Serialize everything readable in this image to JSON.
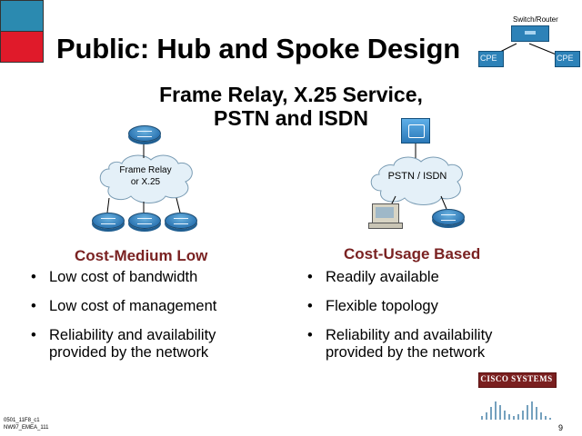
{
  "title": "Public: Hub and Spoke Design",
  "subtitle_line1": "Frame Relay, X.25 Service,",
  "subtitle_line2": "PSTN and ISDN",
  "top_right": {
    "device_label": "Switch/Router",
    "cpe_left": "CPE",
    "cpe_right": "CPE"
  },
  "left_cloud": {
    "line1": "Frame Relay",
    "line2": "or X.25"
  },
  "right_cloud": {
    "label": "PSTN / ISDN"
  },
  "left_column": {
    "heading": "Cost-Medium Low",
    "bullets": [
      {
        "line1": "Low cost of bandwidth",
        "line2": ""
      },
      {
        "line1": "Low cost of management",
        "line2": ""
      },
      {
        "line1": "Reliability and availability",
        "line2": "provided by the network"
      }
    ]
  },
  "right_column": {
    "heading": "Cost-Usage Based",
    "bullets": [
      {
        "line1": "Readily available",
        "line2": ""
      },
      {
        "line1": "Flexible topology",
        "line2": ""
      },
      {
        "line1": "Reliability and availability",
        "line2": "provided by the network"
      }
    ]
  },
  "footer": {
    "line1": "0501_11F8_c1",
    "line2": "NW97_EMEA_111"
  },
  "logo": {
    "text": "CISCO SYSTEMS"
  },
  "page_number": "9",
  "colors": {
    "accent_teal": "#2b8ab0",
    "accent_red": "#e01a2a",
    "heading_brown": "#7a2222",
    "cloud_blue": "#e4f0f8"
  }
}
